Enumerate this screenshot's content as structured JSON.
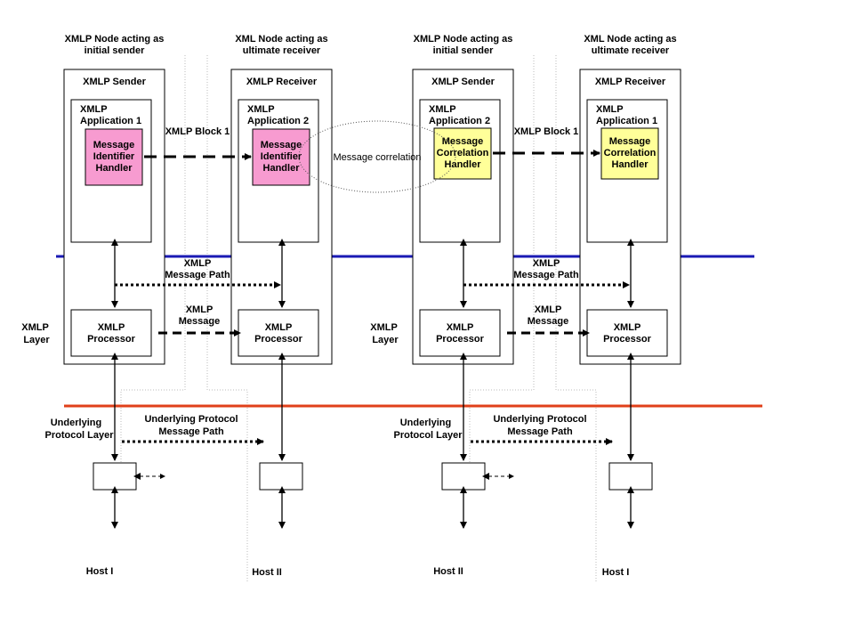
{
  "colors": {
    "xmlp_layer_line": "#1a1ab4",
    "protocol_layer_line": "#e0401a",
    "identifier_handler_fill": "#f79bd0",
    "correlation_handler_fill": "#ffff99"
  },
  "nodes": [
    {
      "title_line1": "XMLP Node acting as",
      "title_line2": "initial sender",
      "role": "XMLP Sender",
      "app_line1": "XMLP",
      "app_line2": "Application 1",
      "handler_lines": [
        "Message",
        "Identifier",
        "Handler"
      ],
      "processor_line1": "XMLP",
      "processor_line2": "Processor",
      "host": "Host I"
    },
    {
      "title_line1": "XML Node acting as",
      "title_line2": "ultimate receiver",
      "role": "XMLP Receiver",
      "app_line1": "XMLP",
      "app_line2": "Application 2",
      "handler_lines": [
        "Message",
        "Identifier",
        "Handler"
      ],
      "processor_line1": "XMLP",
      "processor_line2": "Processor",
      "host": "Host II"
    },
    {
      "title_line1": "XMLP Node acting as",
      "title_line2": "initial sender",
      "role": "XMLP Sender",
      "app_line1": "XMLP",
      "app_line2": "Application 2",
      "handler_lines": [
        "Message",
        "Correlation",
        "Handler"
      ],
      "processor_line1": "XMLP",
      "processor_line2": "Processor",
      "host": "Host II"
    },
    {
      "title_line1": "XML Node acting as",
      "title_line2": "ultimate receiver",
      "role": "XMLP Receiver",
      "app_line1": "XMLP",
      "app_line2": "Application 1",
      "handler_lines": [
        "Message",
        "Correlation",
        "Handler"
      ],
      "processor_line1": "XMLP",
      "processor_line2": "Processor",
      "host": "Host I"
    }
  ],
  "flows": {
    "block": "XMLP Block 1",
    "path_line1": "XMLP",
    "path_line2": "Message Path",
    "message_line1": "XMLP",
    "message_line2": "Message",
    "underlying_line1": "Underlying Protocol",
    "underlying_line2": "Message Path"
  },
  "layers": {
    "xmlp_line1": "XMLP",
    "xmlp_line2": "Layer",
    "protocol_line1": "Underlying",
    "protocol_line2": "Protocol Layer"
  },
  "correlation_label": "Message correlation"
}
